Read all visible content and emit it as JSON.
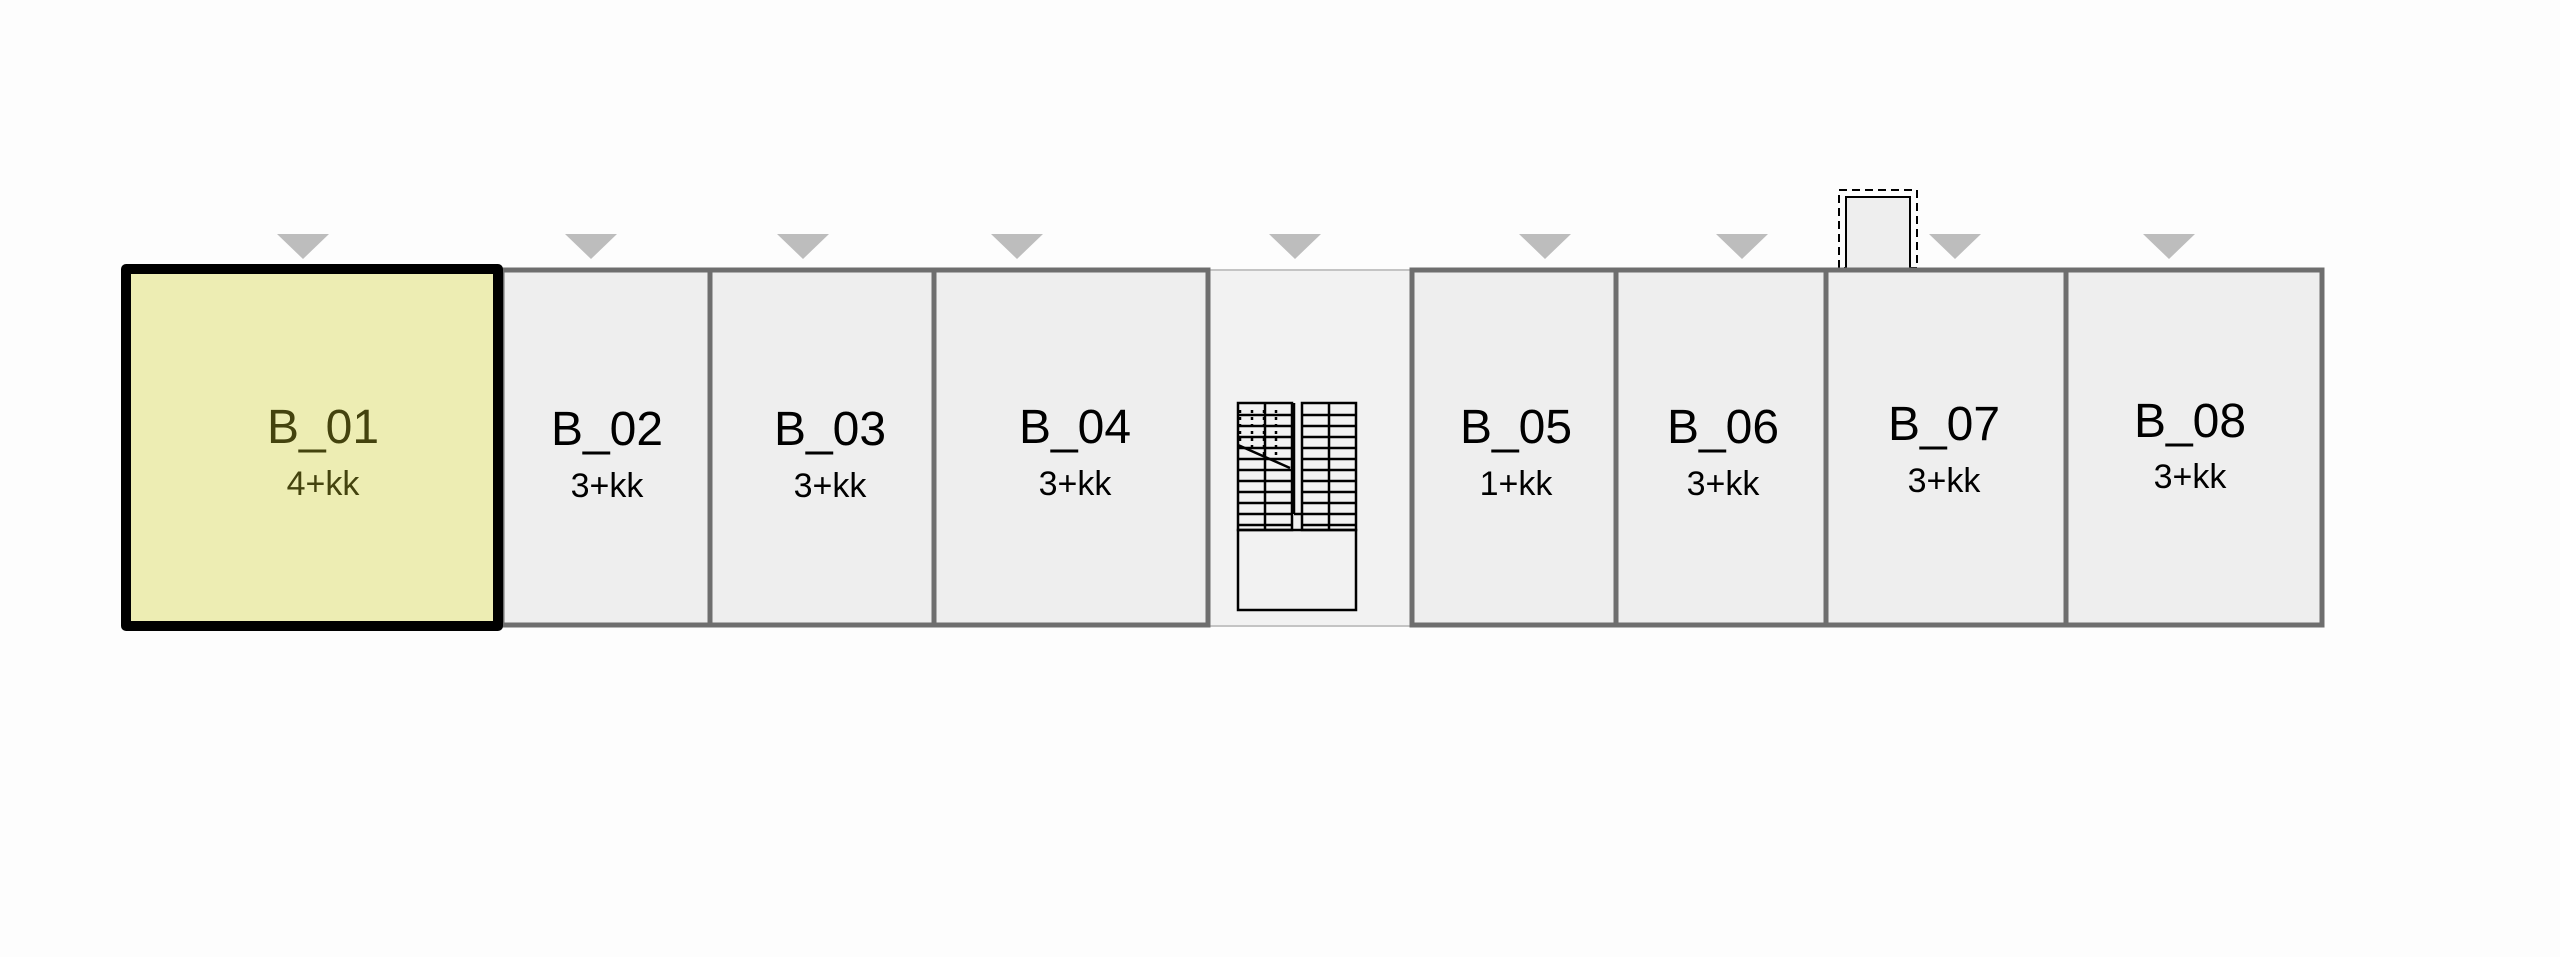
{
  "floor_plan": {
    "colors": {
      "background": "#fdfdfd",
      "unit_fill": "#eeeeee",
      "unit_stroke": "#6e6e6e",
      "selected_fill": "#ededb3",
      "selected_stroke": "#000000",
      "selected_text": "#44430e",
      "text": "#000000",
      "marker": "#bdbdbd",
      "stair_fill": "#f2f2f2"
    },
    "selected_unit": "B_01",
    "units": [
      {
        "id": "B_01",
        "label": "B_01",
        "layout": "4+kk",
        "selected": true
      },
      {
        "id": "B_02",
        "label": "B_02",
        "layout": "3+kk",
        "selected": false
      },
      {
        "id": "B_03",
        "label": "B_03",
        "layout": "3+kk",
        "selected": false
      },
      {
        "id": "B_04",
        "label": "B_04",
        "layout": "3+kk",
        "selected": false
      },
      {
        "id": "B_05",
        "label": "B_05",
        "layout": "1+kk",
        "selected": false
      },
      {
        "id": "B_06",
        "label": "B_06",
        "layout": "3+kk",
        "selected": false
      },
      {
        "id": "B_07",
        "label": "B_07",
        "layout": "3+kk",
        "selected": false
      },
      {
        "id": "B_08",
        "label": "B_08",
        "layout": "3+kk",
        "selected": false
      }
    ],
    "stairwell": {
      "icon": "staircase-icon"
    },
    "entrance_marker_icon": "triangle-down-icon",
    "chimney_icon": "chimney-icon"
  }
}
